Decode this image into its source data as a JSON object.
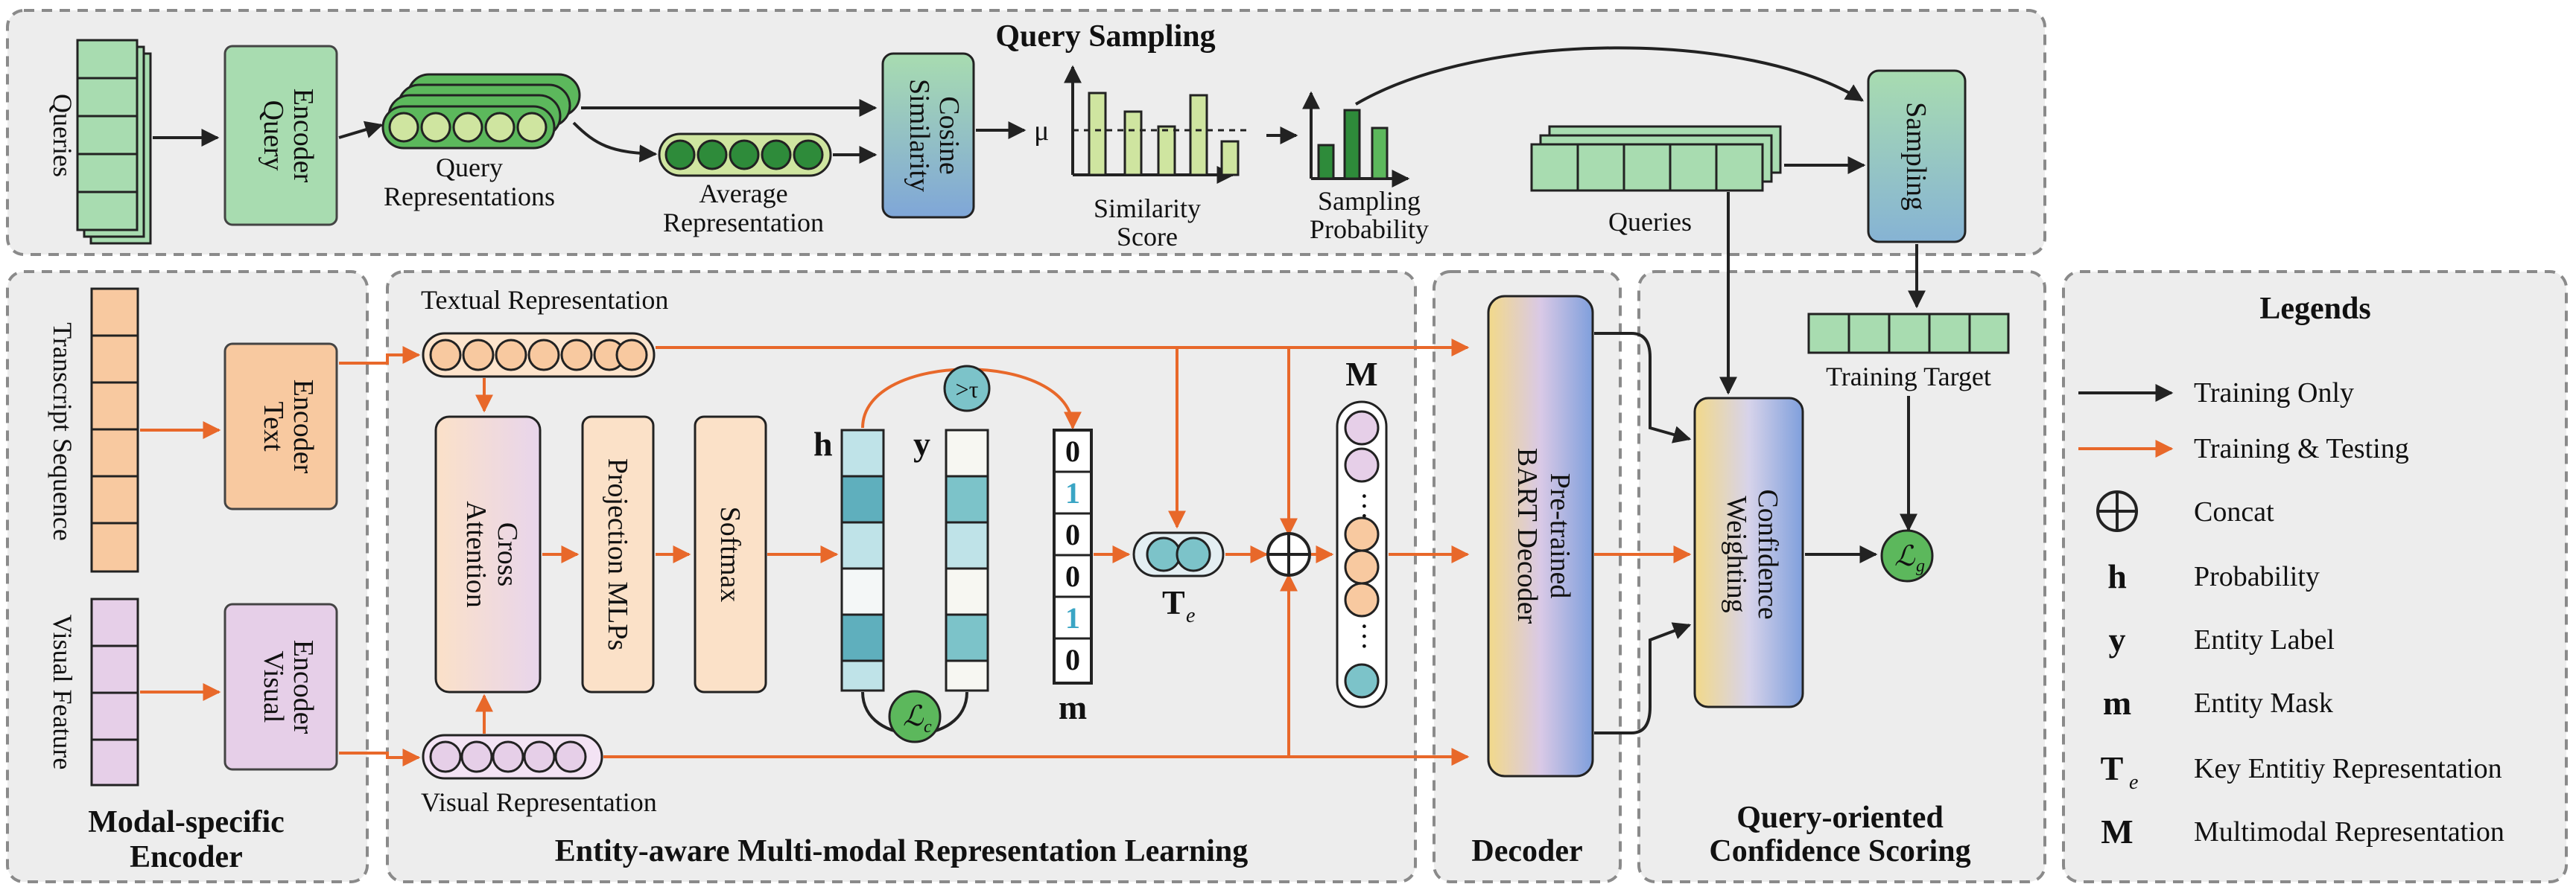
{
  "sections": {
    "query_sampling": "Query Sampling",
    "modal_encoder": [
      "Modal-specific",
      "Encoder"
    ],
    "representation_learning": "Entity-aware Multi-modal Representation Learning",
    "decoder": "Decoder",
    "confidence_scoring": [
      "Query-oriented",
      "Confidence Scoring"
    ],
    "legends_title": "Legends"
  },
  "query_sampling": {
    "queries_in": "Queries",
    "query_encoder": [
      "Query",
      "Encoder"
    ],
    "query_repr": [
      "Query",
      "Representations"
    ],
    "avg_repr": [
      "Average",
      "Representation"
    ],
    "cosine": [
      "Cosine",
      "Similarity"
    ],
    "mu": "μ",
    "similarity_score": [
      "Similarity",
      "Score"
    ],
    "sampling_probability": [
      "Sampling",
      "Probability"
    ],
    "queries_out": "Queries",
    "sampling": "Sampling",
    "training_target": "Training Target"
  },
  "encoder": {
    "transcript": "Transcript Sequence",
    "visual_feature": "Visual Feature",
    "text_encoder": [
      "Text",
      "Encoder"
    ],
    "visual_encoder": [
      "Visual",
      "Encoder"
    ]
  },
  "representation": {
    "textual": "Textual Representation",
    "visual": "Visual Representation",
    "cross_attention": [
      "Cross",
      "Attention"
    ],
    "projection": "Projection MLPs",
    "softmax": "Softmax",
    "h": "h",
    "y": "y",
    "m": "m",
    "tau": ">τ",
    "mask_bits": [
      "0",
      "1",
      "0",
      "0",
      "1",
      "0"
    ],
    "te": "T",
    "te_sub": "e",
    "M": "M",
    "lc": "ℒ",
    "lc_sub": "c"
  },
  "decoder": {
    "bart": [
      "Pre-trained",
      "BART Decoder"
    ]
  },
  "scoring": {
    "weighting": [
      "Confidence",
      "Weighting"
    ],
    "lg": "ℒ",
    "lg_sub": "g"
  },
  "legend": {
    "items": [
      {
        "symbol": "arrow-black",
        "label": "Training Only"
      },
      {
        "symbol": "arrow-orange",
        "label": "Training & Testing"
      },
      {
        "symbol": "⊕",
        "label": "Concat"
      },
      {
        "symbol": "h",
        "label": "Probability"
      },
      {
        "symbol": "y",
        "label": "Entity Label"
      },
      {
        "symbol": "m",
        "label": "Entity Mask"
      },
      {
        "symbol": "T",
        "sub": "e",
        "label": "Key Entitiy Representation"
      },
      {
        "symbol": "M",
        "label": "Multimodal Representation"
      }
    ]
  },
  "colors": {
    "orange": "#e8682a",
    "green_box": "#a8dcb0",
    "orange_box": "#f8c9a0",
    "purple_box": "#e6cfe8",
    "dark_green": "#2e8b3a",
    "light_green": "#cfe5a0",
    "teal": "#7cc3c9"
  }
}
